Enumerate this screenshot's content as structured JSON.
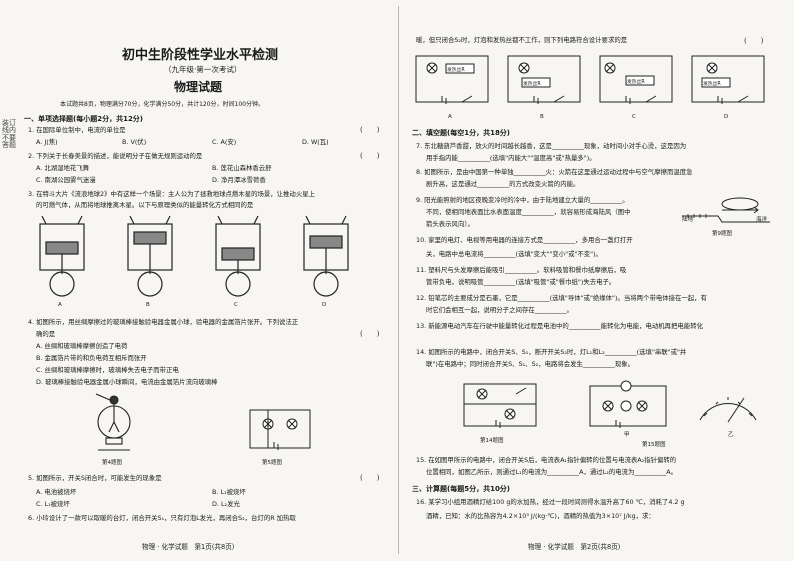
{
  "left": {
    "title": "初中生阶段性学业水平检测",
    "subtitle": "（九年级·第一次考试）",
    "subject_title": "物理试题",
    "instructions": "本试题共8页，物理满分70分，化学满分50分，共计120分，时间100分钟。",
    "section1": "一、单项选择题(每小题2分，共12分)",
    "q1": "1. 在国际单位制中，电流的单位是",
    "q1_options": [
      "A. J(焦)",
      "B. V(伏)",
      "C. A(安)",
      "D. W(瓦)"
    ],
    "q2": "2. 下列关于长春美景的描述，能说明分子在做无规则运动的是",
    "q2_optA": "A. 北湖湿地花飞舞",
    "q2_optB": "B. 莲花山森林香云舒",
    "q2_optC": "C. 南湖公园雾气迷漫",
    "q2_optD": "D. 净月潭冰雪荷香",
    "q3_l1": "3. 在特斗大片《流浪地球2》中有这样一个场景：主人公为了拯救地球点燃木星的场景，让推动火星上",
    "q3_l2": "的可燃气体，从而将地球推离木星。以下与原理类似的能量转化方式相同的是",
    "q3_labels": [
      "A",
      "B",
      "C",
      "D"
    ],
    "q4_l1": "4. 如图所示，用丝绸摩擦过的玻璃棒接触验电器金属小球，验电器的金属箔片张开。下列说法正",
    "q4_l2": "确的是",
    "q4_optA": "A. 丝绸和玻璃棒摩擦创造了电荷",
    "q4_optB": "B. 金属箔片带的和负电荷互相斥而张开",
    "q4_optC": "C. 丝绸和玻璃棒摩擦时，玻璃棒失去电子而带正电",
    "q4_optD": "D. 玻璃棒接触验电器金属小球瞬间，电流由金属箔片流向玻璃棒",
    "fig4_caption": "第4题图",
    "fig5_caption": "第5题图",
    "q5": "5. 如图所示，开关S闭合时，可能发生的现象是",
    "q5_optA": "A. 电池被烧坏",
    "q5_optB": "B. L₁被烧坏",
    "q5_optC": "C. L₁被烧坏",
    "q5_optD": "D. L₂发光",
    "q6": "6. 小玲设计了一款可以取暖的台灯，闭合开关S₁，只有灯泡L发光，再闭合S₂，台灯的R 加热取",
    "footer": "物理 · 化学试题　第1页(共8页)",
    "paren": "(　　)"
  },
  "right": {
    "top_line": "暖，但只闭合S₂时，灯泡和发热丝都不工作，则下列电路符合设计要求的是",
    "circuit_labels": [
      "发热丝R",
      "发热丝R",
      "发热丝R",
      "发热丝R"
    ],
    "circuit_letters": [
      "A",
      "B",
      "C",
      "D"
    ],
    "section2": "二、填空题(每空1分，共18分)",
    "q7_l1": "7. 东北糖葫芦香甜，放火的时间越长越香，这是__________现象，动时间小对手心烫，这是因为",
    "q7_l2": "用手指内能__________(选填\"内能大\"\"温度高\"或\"热量多\")。",
    "q8_l1": "8. 如图所示，是由中国第一种单独__________火：火箭在这里通过运动过程中与空气摩擦而温度急",
    "q8_l2": "剧升高，这是通过__________的方式改变火箭的内能。",
    "q9_l1": "9. 阳光能照射的地区夜晚变冷时的冷中，由于陆地建立大量的__________。",
    "q9_l2": "不同，使相同地表面比水表面温度__________，就容易形成海陆风（图中",
    "q9_l3": "箭头表示风向）。",
    "fig9_land": "陆地",
    "fig9_sea": "海洋",
    "fig9_caption": "第9题图",
    "q10_l1": "10. 家里的电灯、电视等用电器的连接方式是__________，多用合一盏灯打开",
    "q10_l2": "关，电路中总电流将__________(选填\"变大\"\"变小\"或\"不变\")。",
    "q11_l1": "11. 塑料尺与头发摩擦后能吸引__________。软料吸管和餐巾纸摩擦后，吸",
    "q11_l2": "管带负电，说明吸管__________(选填\"吸管\"或\"餐巾纸\")失去电子。",
    "q12_l1": "12. 铅笔芯的主要成分是石墨，它是__________(选填\"导体\"或\"绝缘体\")。当将两个带电体接在一起，有",
    "q12_l2": "时它们会相互一起，说明分子之间存在__________。",
    "q13": "13. 新能源电动汽车在行驶中能量转化过程是电池中的__________能转化为电能，电动机再把电能转化",
    "q14_l1": "14. 如图所示的电路中，闭合开关S、S₁，断开开关S₂时，灯L₁和L₂__________(选填\"串联\"或\"并",
    "q14_l2": "联\")在电路中；同时闭合开关S、S₁、S₂，电路将会发生__________现象。",
    "fig14_caption": "第14题图",
    "fig15_caption": "第15题图",
    "fig15_jia": "甲",
    "fig15_yi": "乙",
    "q15_l1": "15. 在如图甲所示的电路中，闭合开关S后，电流表A₁指针偏转的位置与电流表A₂指针偏转的",
    "q15_l2": "位置相同，如图乙所示，则通过L₁的电流为__________A，通过L₂的电流为__________A。",
    "section3": "三、计算题(每题5分，共10分)",
    "q16_l1": "16. 某学习小组用酒精灯给100 g的水加热，经过一段时间测得水温升高了60 ℃，消耗了4.2 g",
    "q16_l2": "酒精，已知：水的比热容为4.2×10³ J/(kg·℃)，酒精的热值为3×10⁷ J/kg，求：",
    "footer": "物理 · 化学试题　第2页(共8页)",
    "paren": "(　　)"
  },
  "side_text": "装订线内不要答题"
}
